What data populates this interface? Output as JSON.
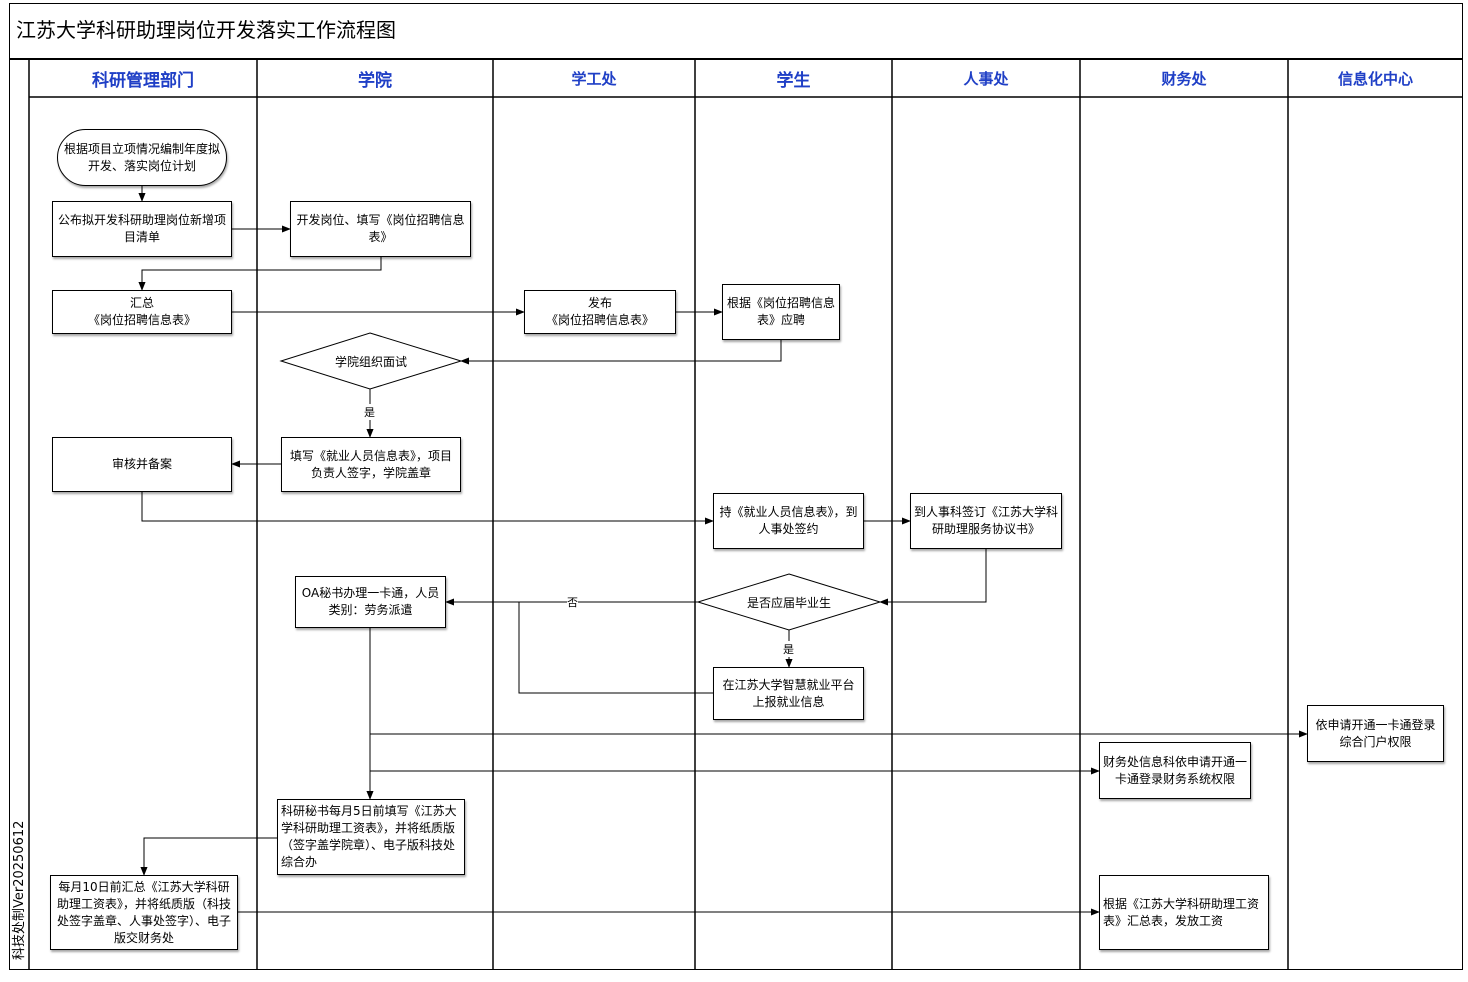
{
  "title": "江苏大学科研助理岗位开发落实工作流程图",
  "side_note": "科技处制Ver20250612",
  "lanes": {
    "l1": "科研管理部门",
    "l2": "学院",
    "l3": "学工处",
    "l4": "学生",
    "l5": "人事处",
    "l6": "财务处",
    "l7": "信息化中心"
  },
  "nodes": {
    "n1": "根据项目立项情况编制年度拟开发、落实岗位计划",
    "n2": "公布拟开发科研助理岗位新增项目清单",
    "n3": "开发岗位、填写《岗位招聘信息表》",
    "n4a": "汇总",
    "n4b": "《岗位招聘信息表》",
    "n5a": "发布",
    "n5b": "《岗位招聘信息表》",
    "n6": "根据《岗位招聘信息表》应聘",
    "n7": "学院组织面试",
    "n8": "填写《就业人员信息表》，项目负责人签字，学院盖章",
    "n9": "审核并备案",
    "n10": "持《就业人员信息表》，到人事处签约",
    "n11": "到人事科签订《江苏大学科研助理服务协议书》",
    "n12": "是否应届毕业生",
    "n13": "OA秘书办理一卡通，人员类别：劳务派遣",
    "n14": "在江苏大学智慧就业平台上报就业信息",
    "n15": "依申请开通一卡通登录综合门户权限",
    "n16": "财务处信息科依申请开通一卡通登录财务系统权限",
    "n17": "科研秘书每月5日前填写《江苏大学科研助理工资表》，并将纸质版（签字盖学院章）、电子版科技处综合办",
    "n18": "每月10日前汇总《江苏大学科研助理工资表》，并将纸质版（科技处签字盖章、人事处签字）、电子版交财务处",
    "n19": "根据《江苏大学科研助理工资表》汇总表，发放工资"
  },
  "labels": {
    "yes1": "是",
    "no": "否",
    "yes2": "是"
  }
}
